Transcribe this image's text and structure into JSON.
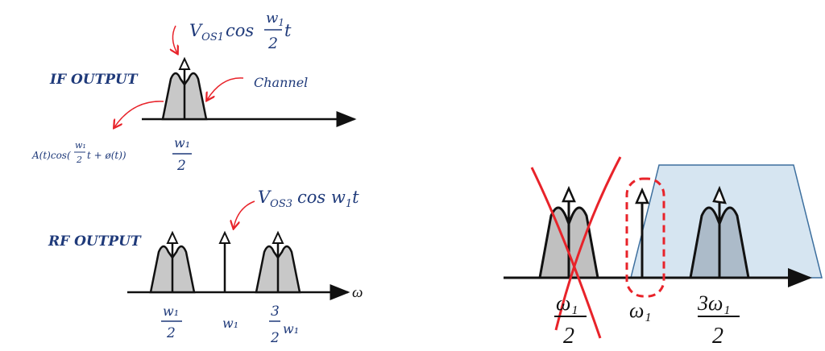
{
  "colors": {
    "label": "#1f3a7a",
    "annotation": "#e8232a",
    "band": "#c8c8c8",
    "filter": "#cfe0ef",
    "filter_edge": "#3d6f9e"
  },
  "if_panel": {
    "title": "IF OUTPUT",
    "tone_label": {
      "main": "V",
      "sub": "OS1",
      "func": "cos",
      "frac_num": "w",
      "frac_num_sub": "1",
      "frac_den": "2",
      "tail": "t"
    },
    "channel_label": "Channel",
    "signal_label": {
      "pre": "A(t)cos(",
      "frac_num": "w₁",
      "frac_den": "2",
      "post": "t + ø(t))"
    },
    "axis_label": {
      "num": "w₁",
      "den": "2"
    }
  },
  "rf_panel": {
    "title": "RF OUTPUT",
    "tone_label": {
      "main": "V",
      "sub": "OS3",
      "rest": "cos w",
      "rest_sub": "1",
      "tail": "t"
    },
    "axis_symbol": "ω",
    "tick_labels": [
      {
        "num": "w₁",
        "den": "2"
      },
      {
        "text": "w₁"
      },
      {
        "num": "3",
        "den": "2",
        "post": "w₁"
      }
    ]
  },
  "filter_panel": {
    "tick_labels": [
      {
        "num": "ω₁",
        "den": "2"
      },
      {
        "text": "ω₁"
      },
      {
        "num": "3ω₁",
        "den": "2"
      }
    ]
  }
}
